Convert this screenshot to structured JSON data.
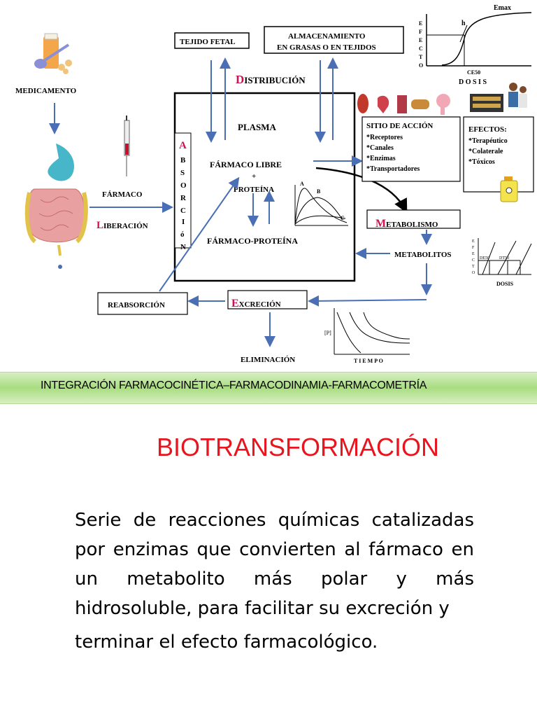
{
  "diagram": {
    "medicamento": "MEDICAMENTO",
    "tejido_fetal": "TEJIDO FETAL",
    "almacenamiento_1": "ALMACENAMIENTO",
    "almacenamiento_2": "EN GRASAS O EN TEJIDOS",
    "distribucion_initial": "D",
    "distribucion_rest": "ISTRIBUCIÓN",
    "plasma": "PLASMA",
    "absorcion_letters": [
      "A",
      "B",
      "S",
      "O",
      "R",
      "C",
      "I",
      "ó",
      "N"
    ],
    "farmaco_libre": "FÁRMACO LIBRE",
    "plus": "+",
    "proteina": "PROTEÍNA",
    "farmaco_proteina": "FÁRMACO-PROTEÍNA",
    "farmaco": "FÁRMACO",
    "liberacion_initial": "L",
    "liberacion_rest": "IBERACIÓN",
    "sitio_title": "SITIO DE  ACCIÓN",
    "sitio_items": [
      "*Receptores",
      "*Canales",
      "*Enzimas",
      "*Transportadores"
    ],
    "efectos_title": "EFECTOS:",
    "efectos_items": [
      "*Terapéutico",
      "*Colaterale",
      "*Tóxicos"
    ],
    "metabolismo_initial": "M",
    "metabolismo_rest": "ETABOLISMO",
    "metabolitos": "METABOLITOS",
    "reabsorcion": "REABSORCIÓN",
    "excrecion_initial": "E",
    "excrecion_rest": "XCRECIÓN",
    "eliminacion": "ELIMINACIÓN",
    "tiempo": "T I E M P O",
    "conc_label": "[P]",
    "emax": "Emax",
    "h": "h",
    "ce50": "CE50",
    "dosis_top": "D O S I S",
    "efecto_letters": [
      "E",
      "F",
      "E",
      "C",
      "T",
      "O"
    ],
    "dosis_small": "DOSIS",
    "de50": "DE50",
    "dt50": "DT50",
    "curve_a": "A",
    "curve_b": "B",
    "curve_c": "C"
  },
  "banner": "INTEGRACIÓN FARMACOCINÉTICA–FARMACODINAMIA-FARMACOMETRÍA",
  "title": "BIOTRANSFORMACIÓN",
  "paragraph_main": "Serie de reacciones químicas catalizadas por enzimas que convierten al fármaco en un metabolito más polar y más hidrosoluble, para facilitar su excreción y",
  "paragraph_last": "terminar el efecto farmacológico.",
  "colors": {
    "accent_red": "#e8141e",
    "magenta": "#d0104f",
    "banner_green": "#a9dd80",
    "arrow_blue": "#5a7dbf"
  }
}
